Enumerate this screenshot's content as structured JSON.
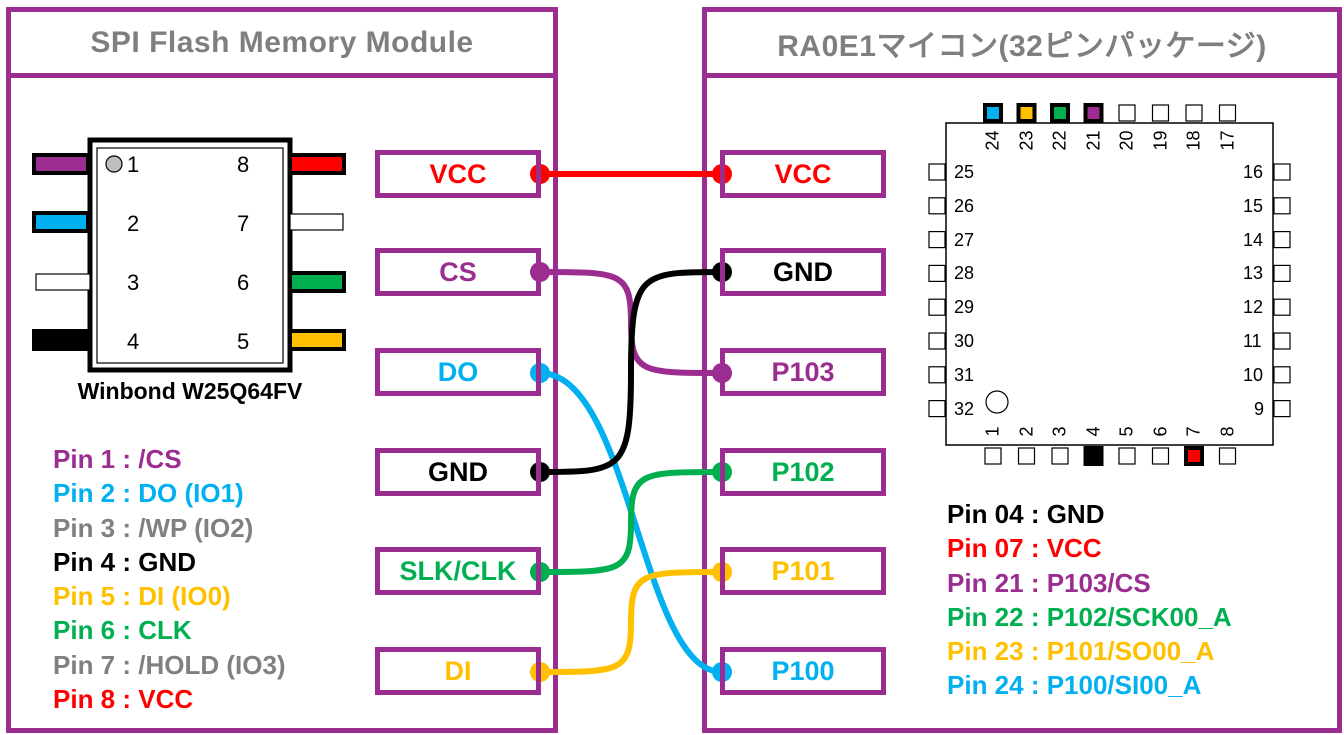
{
  "colors": {
    "frame": "#9B2D91",
    "title_gray": "#7F7F7F",
    "purple": "#9B2D91",
    "blue": "#00B0F0",
    "gray": "#808080",
    "black": "#000000",
    "yellow": "#FFC000",
    "green": "#00B050",
    "red": "#FF0000"
  },
  "left_panel": {
    "title": "SPI Flash Memory Module",
    "chip": {
      "name": "Winbond W25Q64FV",
      "pin_numbers_left": [
        "1",
        "2",
        "3",
        "4"
      ],
      "pin_numbers_right": [
        "8",
        "7",
        "6",
        "5"
      ],
      "left_pin_colors": [
        "#9B2D91",
        "#00B0F0",
        "none",
        "#000000"
      ],
      "right_pin_colors": [
        "#FF0000",
        "none",
        "#00B050",
        "#FFC000"
      ]
    },
    "signals": [
      {
        "label": "VCC",
        "color": "#FF0000"
      },
      {
        "label": "CS",
        "color": "#9B2D91"
      },
      {
        "label": "DO",
        "color": "#00B0F0"
      },
      {
        "label": "GND",
        "color": "#000000"
      },
      {
        "label": "SLK/CLK",
        "color": "#00B050"
      },
      {
        "label": "DI",
        "color": "#FFC000"
      }
    ],
    "legend": [
      {
        "text": "Pin 1 : /CS",
        "color": "#9B2D91"
      },
      {
        "text": "Pin 2 : DO (IO1)",
        "color": "#00B0F0"
      },
      {
        "text": "Pin 3 : /WP (IO2)",
        "color": "#808080"
      },
      {
        "text": "Pin 4 : GND",
        "color": "#000000"
      },
      {
        "text": "Pin 5 : DI (IO0)",
        "color": "#FFC000"
      },
      {
        "text": "Pin 6 : CLK",
        "color": "#00B050"
      },
      {
        "text": "Pin 7 : /HOLD (IO3)",
        "color": "#808080"
      },
      {
        "text": "Pin 8 : VCC",
        "color": "#FF0000"
      }
    ]
  },
  "right_panel": {
    "title": "RA0E1マイコン(32ピンパッケージ)",
    "signals": [
      {
        "label": "VCC",
        "color": "#FF0000"
      },
      {
        "label": "GND",
        "color": "#000000"
      },
      {
        "label": "P103",
        "color": "#9B2D91"
      },
      {
        "label": "P102",
        "color": "#00B050"
      },
      {
        "label": "P101",
        "color": "#FFC000"
      },
      {
        "label": "P100",
        "color": "#00B0F0"
      }
    ],
    "mcu": {
      "top_pins": [
        "24",
        "23",
        "22",
        "21",
        "20",
        "19",
        "18",
        "17"
      ],
      "top_pin_colors": [
        "#00B0F0",
        "#FFC000",
        "#00B050",
        "#9B2D91",
        "none",
        "none",
        "none",
        "none"
      ],
      "bottom_pins": [
        "1",
        "2",
        "3",
        "4",
        "5",
        "6",
        "7",
        "8"
      ],
      "bottom_pin_colors": [
        "none",
        "none",
        "none",
        "#000000",
        "none",
        "none",
        "#FF0000",
        "none"
      ],
      "left_pins": [
        "25",
        "26",
        "27",
        "28",
        "29",
        "30",
        "31",
        "32"
      ],
      "right_pins": [
        "16",
        "15",
        "14",
        "13",
        "12",
        "11",
        "10",
        "9"
      ]
    },
    "legend": [
      {
        "text": "Pin 04 : GND",
        "color": "#000000"
      },
      {
        "text": "Pin 07 : VCC",
        "color": "#FF0000"
      },
      {
        "text": "Pin 21 : P103/CS",
        "color": "#9B2D91"
      },
      {
        "text": "Pin 22 : P102/SCK00_A",
        "color": "#00B050"
      },
      {
        "text": "Pin 23 : P101/SO00_A",
        "color": "#FFC000"
      },
      {
        "text": "Pin 24 : P100/SI00_A",
        "color": "#00B0F0"
      }
    ]
  },
  "connections": [
    {
      "from": "VCC",
      "to": "VCC",
      "color": "#FF0000"
    },
    {
      "from": "CS",
      "to": "P103",
      "color": "#9B2D91"
    },
    {
      "from": "DO",
      "to": "P100",
      "color": "#00B0F0"
    },
    {
      "from": "GND",
      "to": "GND",
      "color": "#000000"
    },
    {
      "from": "SLK/CLK",
      "to": "P102",
      "color": "#00B050"
    },
    {
      "from": "DI",
      "to": "P101",
      "color": "#FFC000"
    }
  ]
}
